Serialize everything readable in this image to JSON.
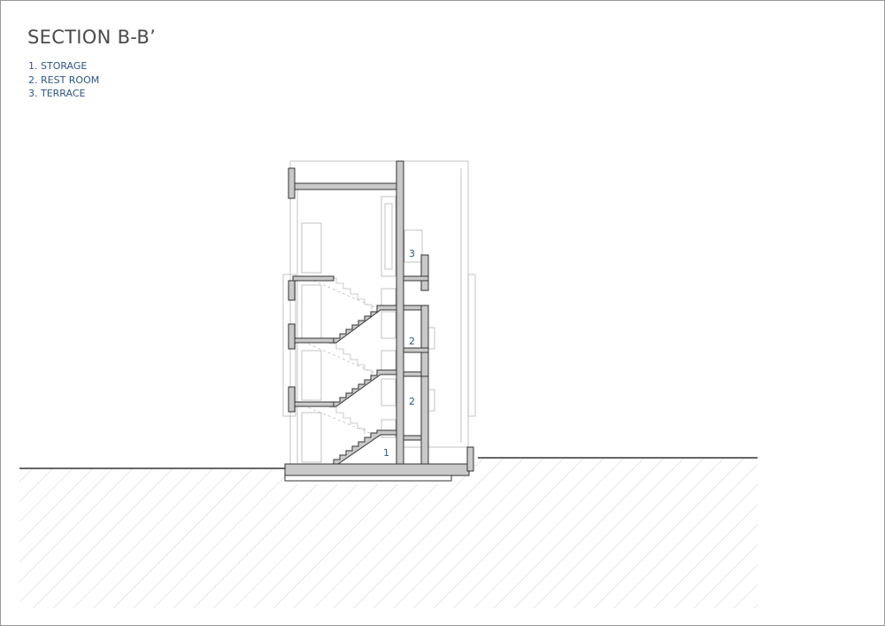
{
  "drawing": {
    "title": "SECTION B-B’",
    "legend": [
      "1. STORAGE",
      "2. REST ROOM",
      "3. TERRACE"
    ],
    "room_tags": [
      "3",
      "2",
      "2",
      "1"
    ],
    "colors": {
      "cut_fill": "#c9c9c9",
      "line": "#333333",
      "label": "#2f5683",
      "hatch": "#c4c4c4"
    }
  }
}
